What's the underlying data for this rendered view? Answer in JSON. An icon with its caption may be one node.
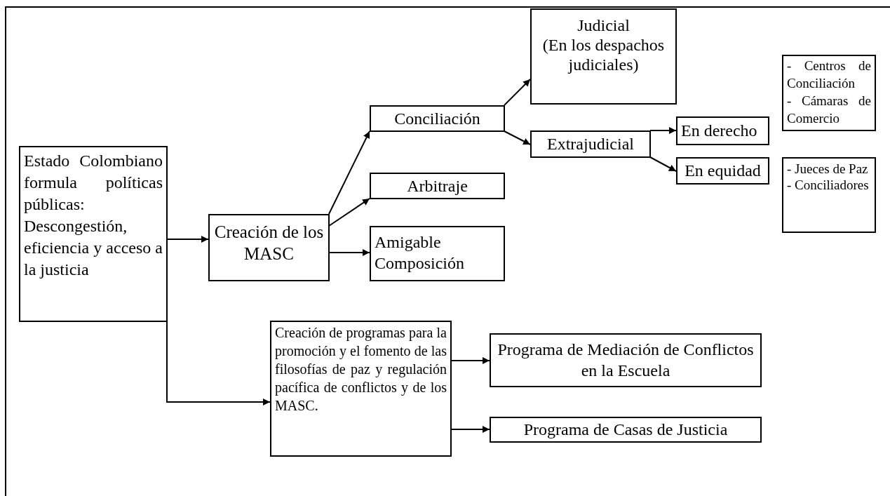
{
  "diagram": {
    "nodes": [
      {
        "text": [
          "Estado Colombiano formula políticas públicas: Descongestión, eficiencia y acceso a la justicia"
        ]
      },
      {
        "text": [
          "Creación de los MASC"
        ]
      },
      {
        "text": [
          "Conciliación"
        ]
      },
      {
        "text": [
          "Arbitraje"
        ]
      },
      {
        "text": [
          "Amigable Composición"
        ]
      },
      {
        "text": [
          "Judicial",
          "(En los despachos judiciales)"
        ]
      },
      {
        "text": [
          "Extrajudicial"
        ]
      },
      {
        "text": [
          "En derecho"
        ]
      },
      {
        "text": [
          "En equidad"
        ]
      },
      {
        "text": [
          "- Centros de Conciliación",
          "- Cámaras de Comercio"
        ]
      },
      {
        "text": [
          "- Jueces de Paz",
          "- Conciliadores"
        ]
      },
      {
        "text": [
          "Creación de programas para la promoción y el fomento de las filosofías de paz y regulación pacífica de conflictos y de los MASC."
        ]
      },
      {
        "text": [
          "Programa de Mediación de Conflictos en la Escuela"
        ]
      },
      {
        "text": [
          "Programa de Casas de Justicia"
        ]
      }
    ],
    "edges": [
      {
        "from": 0,
        "to": 1,
        "arrow": "to"
      },
      {
        "from": 0,
        "to": 11,
        "arrow": "to"
      },
      {
        "from": 1,
        "to": 2,
        "arrow": "to"
      },
      {
        "from": 1,
        "to": 3,
        "arrow": "to"
      },
      {
        "from": 1,
        "to": 4,
        "arrow": "to"
      },
      {
        "from": 2,
        "to": 5,
        "arrow": "to"
      },
      {
        "from": 2,
        "to": 6,
        "arrow": "to"
      },
      {
        "from": 6,
        "to": 7,
        "arrow": "to"
      },
      {
        "from": 6,
        "to": 8,
        "arrow": "to"
      },
      {
        "from": 11,
        "to": 12,
        "arrow": "to"
      },
      {
        "from": 11,
        "to": 13,
        "arrow": "to"
      }
    ]
  }
}
